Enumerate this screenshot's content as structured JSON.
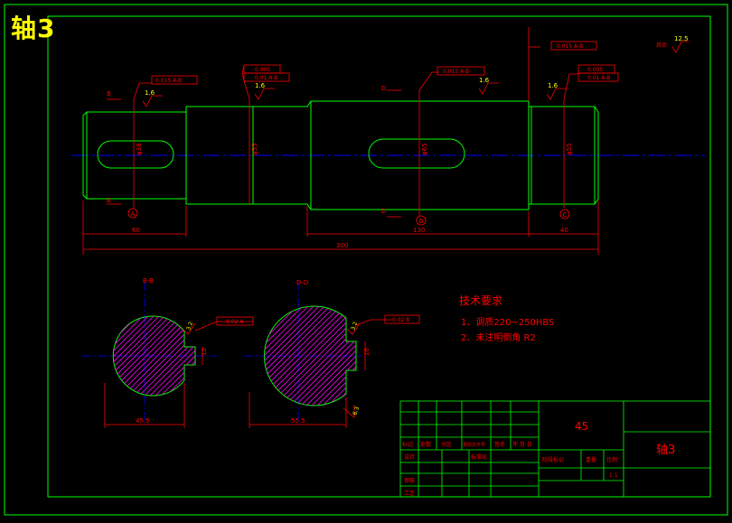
{
  "drawing_title": "轴3",
  "colors": {
    "background": "#000000",
    "frame": "#00ff00",
    "part": "#00ff00",
    "dimension": "#ff0000",
    "centerline": "#0000ff",
    "hatch": "#ff00ff",
    "title_text": "#ffff00"
  },
  "dimensions": {
    "left_length": "60",
    "mid_length": "130",
    "right_length": "40",
    "total_length": "300",
    "dia_1": "φ38",
    "dia_2": "φ55",
    "dia_3": "φ65",
    "dia_4": "φ55",
    "section_b_width": "45.5",
    "section_d_width": "55.5",
    "section_b_keydepth": "12",
    "section_d_keydepth": "16"
  },
  "roughness": {
    "r1": "1.6",
    "r2": "1.6",
    "r3": "1.6",
    "r4": "1.6",
    "others": "其余",
    "others_value": "12.5",
    "sec_b": "3.2",
    "sec_d": "3.2",
    "sec_d2": "6.3"
  },
  "tolerances": {
    "t1": "0.015 A-B",
    "t2a": "0.005",
    "t2b": "0.01 A-B",
    "t3": "0.015 A-B",
    "t4": "0.015 A-B",
    "t5a": "0.005",
    "t5b": "0.01 A-B",
    "sec_b": "0.02 A",
    "sec_d": "0.02 B"
  },
  "section_labels": {
    "b_top": "B-B",
    "d_top": "D-D",
    "b_mark": "B",
    "d_mark": "D",
    "datum_a": "A",
    "datum_b": "B",
    "datum_c": "C"
  },
  "tech_requirements": {
    "heading": "技术要求",
    "item1": "1、调质220~250HBS",
    "item2": "2、未注明倒角 R2"
  },
  "title_block": {
    "material": "45",
    "part_name": "轴3",
    "row_labels": [
      "标记",
      "处数",
      "分区",
      "更改文件号",
      "签名",
      "年 月 日"
    ],
    "design": "设计",
    "standard": "标准化",
    "stage": "阶段标记",
    "weight": "重量",
    "scale_label": "比例",
    "scale_value": "1:1",
    "review": "审核",
    "process": "工艺"
  }
}
